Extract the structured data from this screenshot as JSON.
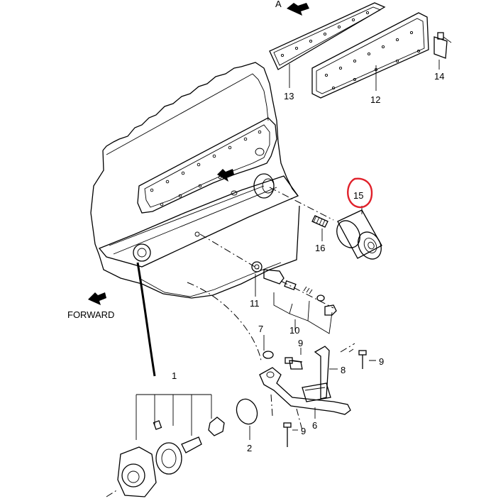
{
  "labels": {
    "a_top": "A",
    "part_13": "13",
    "part_12": "12",
    "part_14": "14",
    "part_15": "15",
    "part_16": "16",
    "part_11": "11",
    "part_10": "10",
    "part_7": "7",
    "part_9a": "9",
    "part_9b": "9",
    "part_9c": "9",
    "part_8": "8",
    "part_6": "6",
    "part_1": "1",
    "part_2": "2",
    "forward": "FORWARD"
  },
  "colors": {
    "line": "#000000",
    "highlight": "#e0202a",
    "background": "#ffffff"
  },
  "highlighted_part": "15"
}
